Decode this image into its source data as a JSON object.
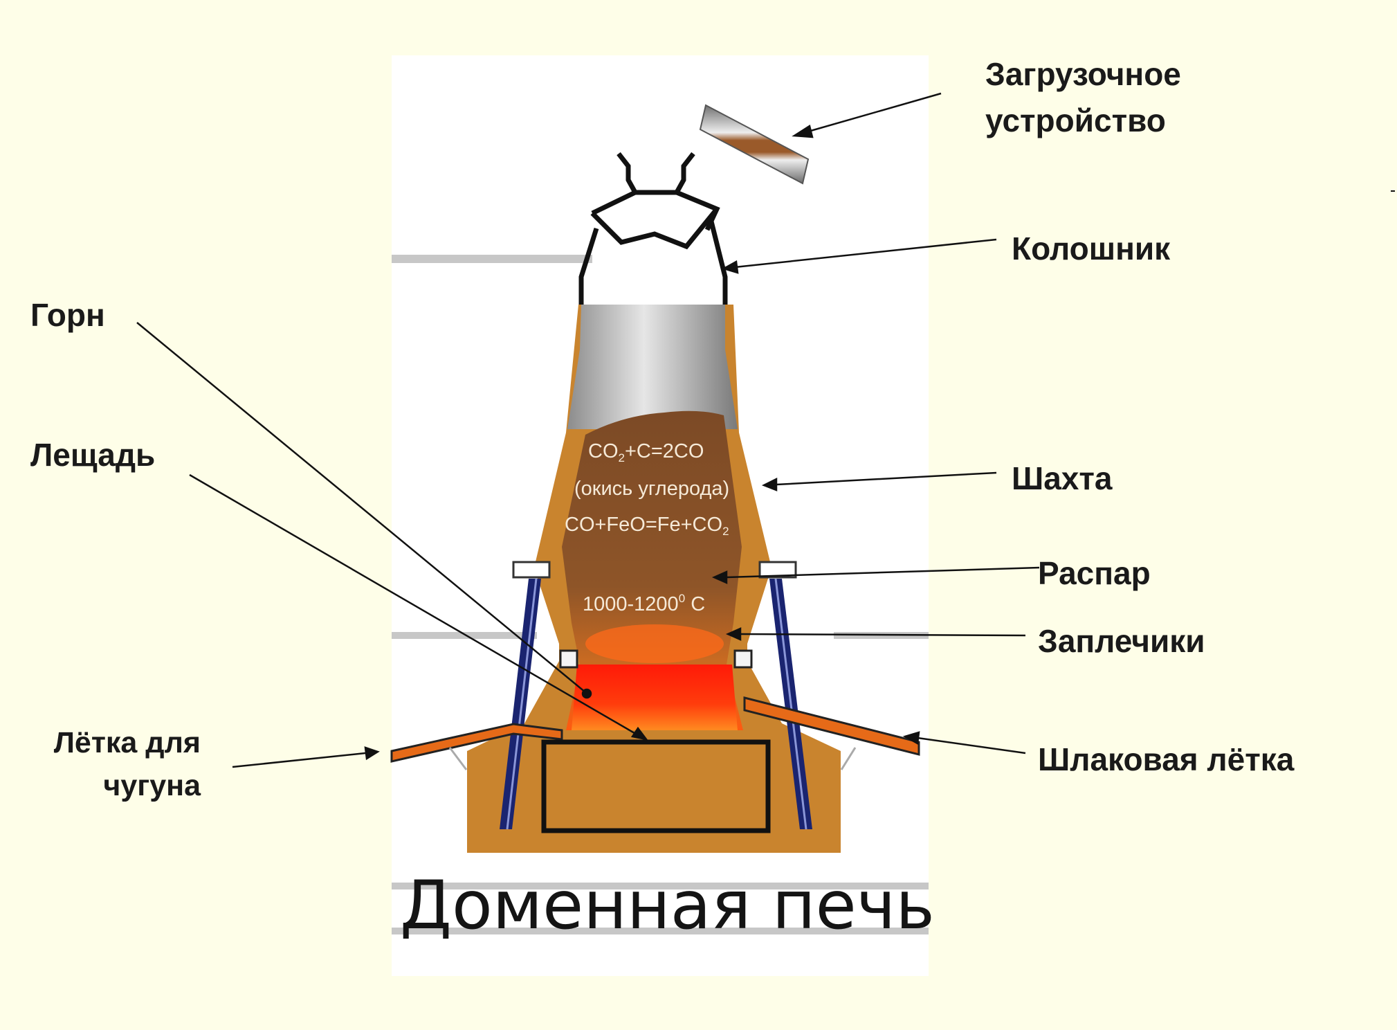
{
  "title": "Доменная печь",
  "labels": {
    "loading_device": "Загрузочное устройство",
    "throat": "Колошник",
    "shaft": "Шахта",
    "belly": "Распар",
    "bosh": "Заплечики",
    "slag_notch": "Шлаковая лётка",
    "hearth": "Горн",
    "hearth_bottom": "Лещадь",
    "iron_notch": "Лётка для чугуна"
  },
  "reactions": {
    "r1_a": "CO",
    "r1_sub1": "2",
    "r1_b": "+C=2CO",
    "r2": "(окись углерода)",
    "r3_a": "CO+FeO=Fe+CO",
    "r3_sub": "2",
    "temp_a": "1000-1200",
    "temp_sup": "0",
    "temp_b": " C"
  },
  "colors": {
    "background": "#fefee8",
    "panel": "#ffffff",
    "brick": "#c9842e",
    "charge": "#8a5328",
    "gray_top": "#a8a8a8",
    "red_zone": "#ff2a0a",
    "orange_zone": "#ff7a1a",
    "support_columns": "#1a2470",
    "tap_pipes": "#e66a18"
  }
}
